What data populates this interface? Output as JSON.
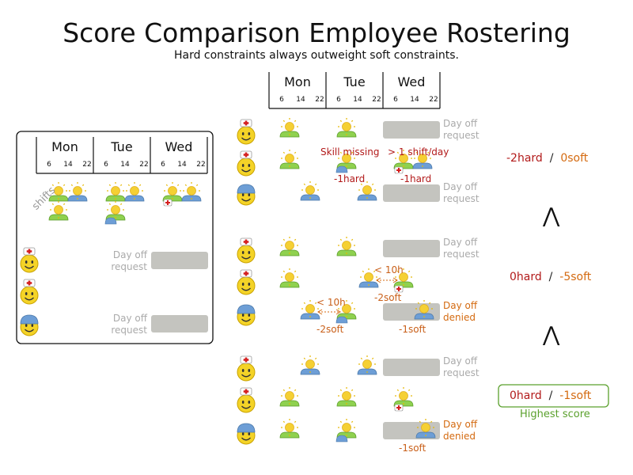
{
  "header": {
    "title": "Score Comparison Employee Rostering",
    "subtitle": "Hard constraints always outweight soft constraints."
  },
  "days": [
    "Mon",
    "Tue",
    "Wed"
  ],
  "hours": [
    "6",
    "14",
    "22"
  ],
  "left_panel": {
    "shifts_label": "shifts",
    "day_off_request": [
      "Day off",
      "request"
    ]
  },
  "labels": {
    "day_off": "Day off",
    "request": "request",
    "denied": "denied",
    "skill_missing": "Skill missing",
    "more_than_one_shift": "> 1 shift/day",
    "less_than_10h": "< 10h",
    "minus_1hard": "-1hard",
    "minus_2soft": "-2soft",
    "minus_1soft": "-1soft",
    "highest_score": "Highest score",
    "slash": "/"
  },
  "scores": [
    {
      "hard": "-2hard",
      "soft": "0soft"
    },
    {
      "hard": "0hard",
      "soft": "-5soft"
    },
    {
      "hard": "0hard",
      "soft": "-1soft"
    }
  ],
  "comparison_symbol": "⋀",
  "colors": {
    "hard": "#b21a1a",
    "soft": "#d46a10",
    "highest": "#5aa02c",
    "day_off_box": "#c4c4bf",
    "shift_green": "#8fd14f",
    "shift_blue": "#6d9ed6",
    "sun": "#f5d033"
  },
  "icons": [
    "nurse-face-icon",
    "engineer-face-icon",
    "sunny-shift-icon",
    "medical-badge-icon",
    "helmet-badge-icon"
  ]
}
